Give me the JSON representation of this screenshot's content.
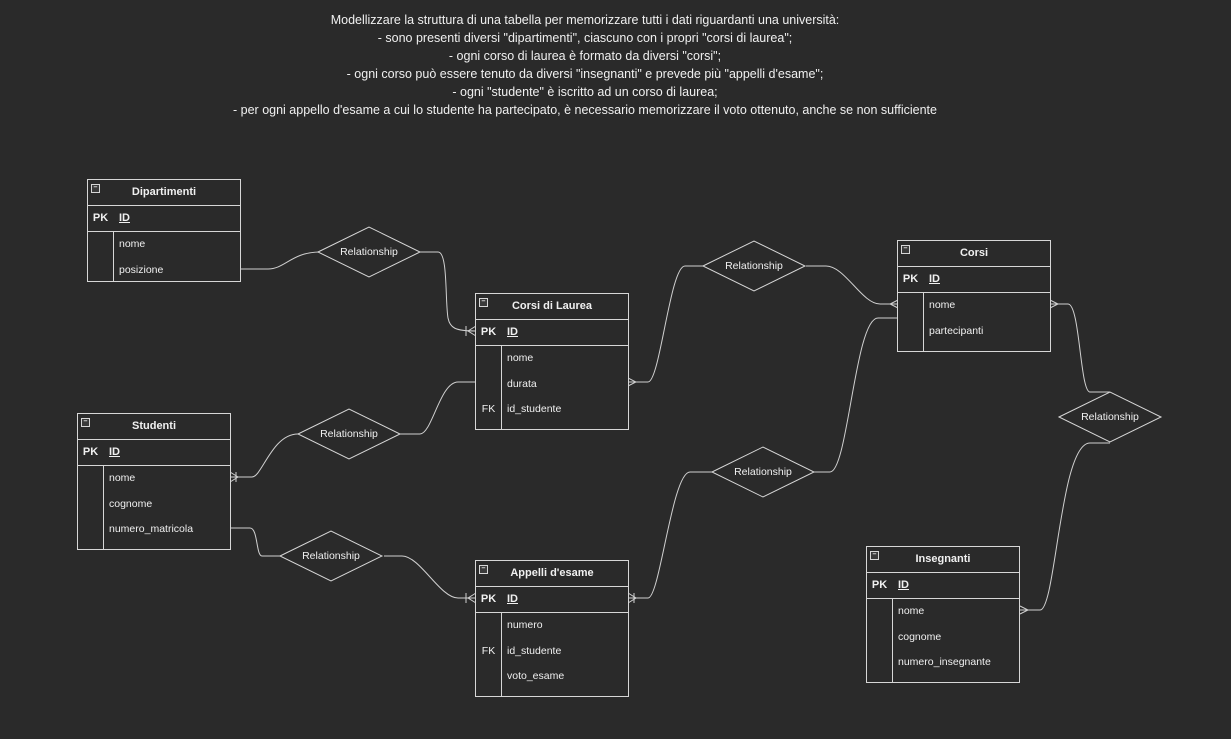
{
  "description": [
    "Modellizzare la struttura di una tabella per memorizzare tutti i dati riguardanti una università:",
    "- sono presenti diversi \"dipartimenti\", ciascuno con i propri \"corsi di laurea\";",
    "- ogni corso di laurea è formato da diversi \"corsi\";",
    "- ogni corso può essere tenuto da diversi \"insegnanti\" e prevede più \"appelli d'esame\";",
    "- ogni \"studente\" è iscritto ad un corso di laurea;",
    "- per ogni appello d'esame a cui lo studente ha partecipato, è necessario memorizzare il voto ottenuto, anche se non sufficiente"
  ],
  "collapse_symbol": "–",
  "entities": [
    {
      "id": "dipartimenti",
      "title": "Dipartimenti",
      "pk_label": "PK",
      "pk_field": "ID",
      "fields": [
        {
          "key": "",
          "name": "nome"
        },
        {
          "key": "",
          "name": "posizione"
        }
      ]
    },
    {
      "id": "corsi-di-laurea",
      "title": "Corsi di Laurea",
      "pk_label": "PK",
      "pk_field": "ID",
      "fields": [
        {
          "key": "",
          "name": "nome"
        },
        {
          "key": "",
          "name": "durata"
        },
        {
          "key": "FK",
          "name": "id_studente"
        }
      ]
    },
    {
      "id": "corsi",
      "title": "Corsi",
      "pk_label": "PK",
      "pk_field": "ID",
      "fields": [
        {
          "key": "",
          "name": "nome"
        },
        {
          "key": "",
          "name": "partecipanti"
        }
      ]
    },
    {
      "id": "studenti",
      "title": "Studenti",
      "pk_label": "PK",
      "pk_field": "ID",
      "fields": [
        {
          "key": "",
          "name": "nome"
        },
        {
          "key": "",
          "name": "cognome"
        },
        {
          "key": "",
          "name": "numero_matricola"
        }
      ]
    },
    {
      "id": "appelli-d-esame",
      "title": "Appelli d'esame",
      "pk_label": "PK",
      "pk_field": "ID",
      "fields": [
        {
          "key": "",
          "name": "numero"
        },
        {
          "key": "FK",
          "name": "id_studente"
        },
        {
          "key": "",
          "name": "voto_esame"
        }
      ]
    },
    {
      "id": "insegnanti",
      "title": "Insegnanti",
      "pk_label": "PK",
      "pk_field": "ID",
      "fields": [
        {
          "key": "",
          "name": "nome"
        },
        {
          "key": "",
          "name": "cognome"
        },
        {
          "key": "",
          "name": "numero_insegnante"
        }
      ]
    }
  ],
  "relationships": [
    {
      "id": "rel-dipartimenti-corsi-laurea",
      "label": "Relationship",
      "from": "dipartimenti",
      "to": "corsi-di-laurea",
      "cardinality_end": "one-or-many"
    },
    {
      "id": "rel-corsi-laurea-corsi",
      "label": "Relationship",
      "from": "corsi-di-laurea",
      "to": "corsi",
      "cardinality_start": "many",
      "cardinality_end": "many"
    },
    {
      "id": "rel-studenti-corsi-laurea",
      "label": "Relationship",
      "from": "studenti",
      "to": "corsi-di-laurea",
      "cardinality_start": "one-or-many"
    },
    {
      "id": "rel-appelli-corsi",
      "label": "Relationship",
      "from": "appelli-d-esame",
      "to": "corsi",
      "cardinality_start": "one-or-many"
    },
    {
      "id": "rel-studenti-appelli",
      "label": "Relationship",
      "from": "studenti",
      "to": "appelli-d-esame",
      "cardinality_end": "one-or-many"
    },
    {
      "id": "rel-corsi-insegnanti",
      "label": "Relationship",
      "from": "corsi",
      "to": "insegnanti",
      "cardinality_start": "many",
      "cardinality_end": "many"
    }
  ]
}
